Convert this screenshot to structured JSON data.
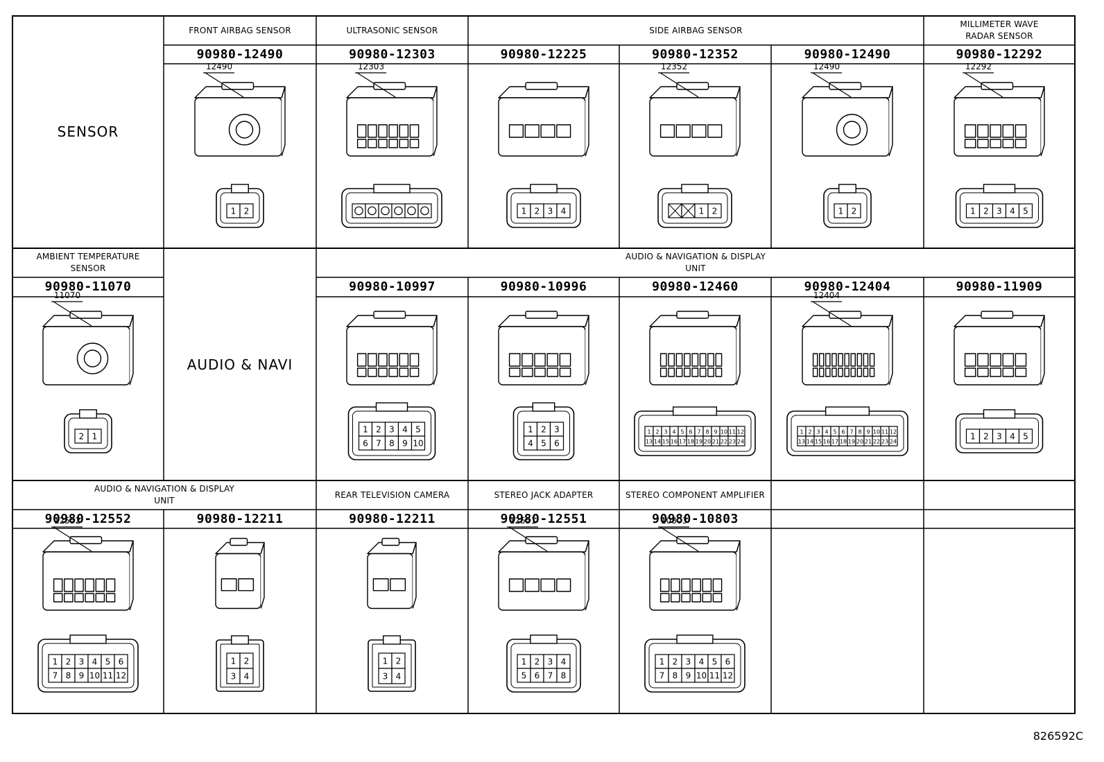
{
  "figure_id": "826592C",
  "rows": [
    {
      "row_label": "SENSOR",
      "group_titles": [
        {
          "key": "front_airbag",
          "text": "FRONT AIRBAG SENSOR"
        },
        {
          "key": "ultrasonic",
          "text": "ULTRASONIC SENSOR"
        },
        {
          "key": "side_airbag",
          "text": "SIDE AIRBAG SENSOR"
        },
        {
          "key": "mmwave",
          "text": "MILLIMETER WAVE\nRADAR SENSOR"
        }
      ],
      "connectors": [
        {
          "part": "90980-12490",
          "callout": "12490",
          "pins": [
            "1",
            "2"
          ]
        },
        {
          "part": "90980-12303",
          "callout": "12303",
          "pins": [
            "",
            "",
            "",
            "",
            "",
            ""
          ]
        },
        {
          "part": "90980-12225",
          "callout": "",
          "pins": [
            "1",
            "2",
            "3",
            "4"
          ]
        },
        {
          "part": "90980-12352",
          "callout": "12352",
          "pins": [
            "X",
            "X",
            "1",
            "2"
          ]
        },
        {
          "part": "90980-12490",
          "callout": "12490",
          "pins": [
            "1",
            "2"
          ]
        },
        {
          "part": "90980-12292",
          "callout": "12292",
          "pins": [
            "1",
            "2",
            "3",
            "4",
            "5"
          ]
        }
      ]
    },
    {
      "row_label": "AUDIO & NAVI",
      "group_titles": [
        {
          "key": "ambient",
          "text": "AMBIENT TEMPERATURE\nSENSOR"
        },
        {
          "key": "audio_nav",
          "text": "AUDIO & NAVIGATION & DISPLAY\nUNIT"
        }
      ],
      "connectors": [
        {
          "part": "90980-11070",
          "callout": "11070",
          "pins": [
            "2",
            "1"
          ]
        },
        {
          "part": "90980-10997",
          "callout": "",
          "pins": [
            "1",
            "2",
            "3",
            "4",
            "5",
            "6",
            "7",
            "8",
            "9",
            "10"
          ]
        },
        {
          "part": "90980-10996",
          "callout": "",
          "pins": [
            "1",
            "2",
            "3",
            "4",
            "5",
            "6"
          ]
        },
        {
          "part": "90980-12460",
          "callout": "",
          "pins": [
            "1",
            "2",
            "3",
            "4",
            "5",
            "6",
            "7",
            "8",
            "9",
            "10",
            "11",
            "12",
            "13",
            "14",
            "15",
            "16",
            "17",
            "18",
            "19",
            "20",
            "21",
            "22",
            "23",
            "24"
          ]
        },
        {
          "part": "90980-12404",
          "callout": "12404",
          "pins": [
            "1",
            "2",
            "3",
            "4",
            "5",
            "6",
            "7",
            "8",
            "9",
            "10",
            "11",
            "12",
            "13",
            "14",
            "15",
            "16",
            "17",
            "18",
            "19",
            "20",
            "21",
            "22",
            "23",
            "24"
          ]
        },
        {
          "part": "90980-11909",
          "callout": "",
          "pins": [
            "1",
            "2",
            "3",
            "4",
            "5"
          ]
        }
      ]
    },
    {
      "row_label": "",
      "group_titles": [
        {
          "key": "audio_nav2",
          "text": "AUDIO & NAVIGATION & DISPLAY\nUNIT"
        },
        {
          "key": "rear_cam",
          "text": "REAR TELEVISION CAMERA"
        },
        {
          "key": "stereo_jack",
          "text": "STEREO JACK ADAPTER"
        },
        {
          "key": "stereo_amp",
          "text": "STEREO COMPONENT AMPLIFIER"
        }
      ],
      "connectors": [
        {
          "part": "90980-12552",
          "callout": "12552",
          "pins": [
            "1",
            "2",
            "3",
            "4",
            "5",
            "6",
            "7",
            "8",
            "9",
            "10",
            "11",
            "12"
          ]
        },
        {
          "part": "90980-12211",
          "callout": "",
          "pins": [
            "1",
            "2",
            "3",
            "4"
          ]
        },
        {
          "part": "90980-12211",
          "callout": "",
          "pins": [
            "1",
            "2",
            "3",
            "4"
          ]
        },
        {
          "part": "90980-12551",
          "callout": "12551",
          "pins": [
            "1",
            "2",
            "3",
            "4",
            "5",
            "6",
            "7",
            "8"
          ]
        },
        {
          "part": "90980-10803",
          "callout": "10803",
          "pins": [
            "1",
            "2",
            "3",
            "4",
            "5",
            "6",
            "7",
            "8",
            "9",
            "10",
            "11",
            "12"
          ]
        }
      ]
    }
  ]
}
